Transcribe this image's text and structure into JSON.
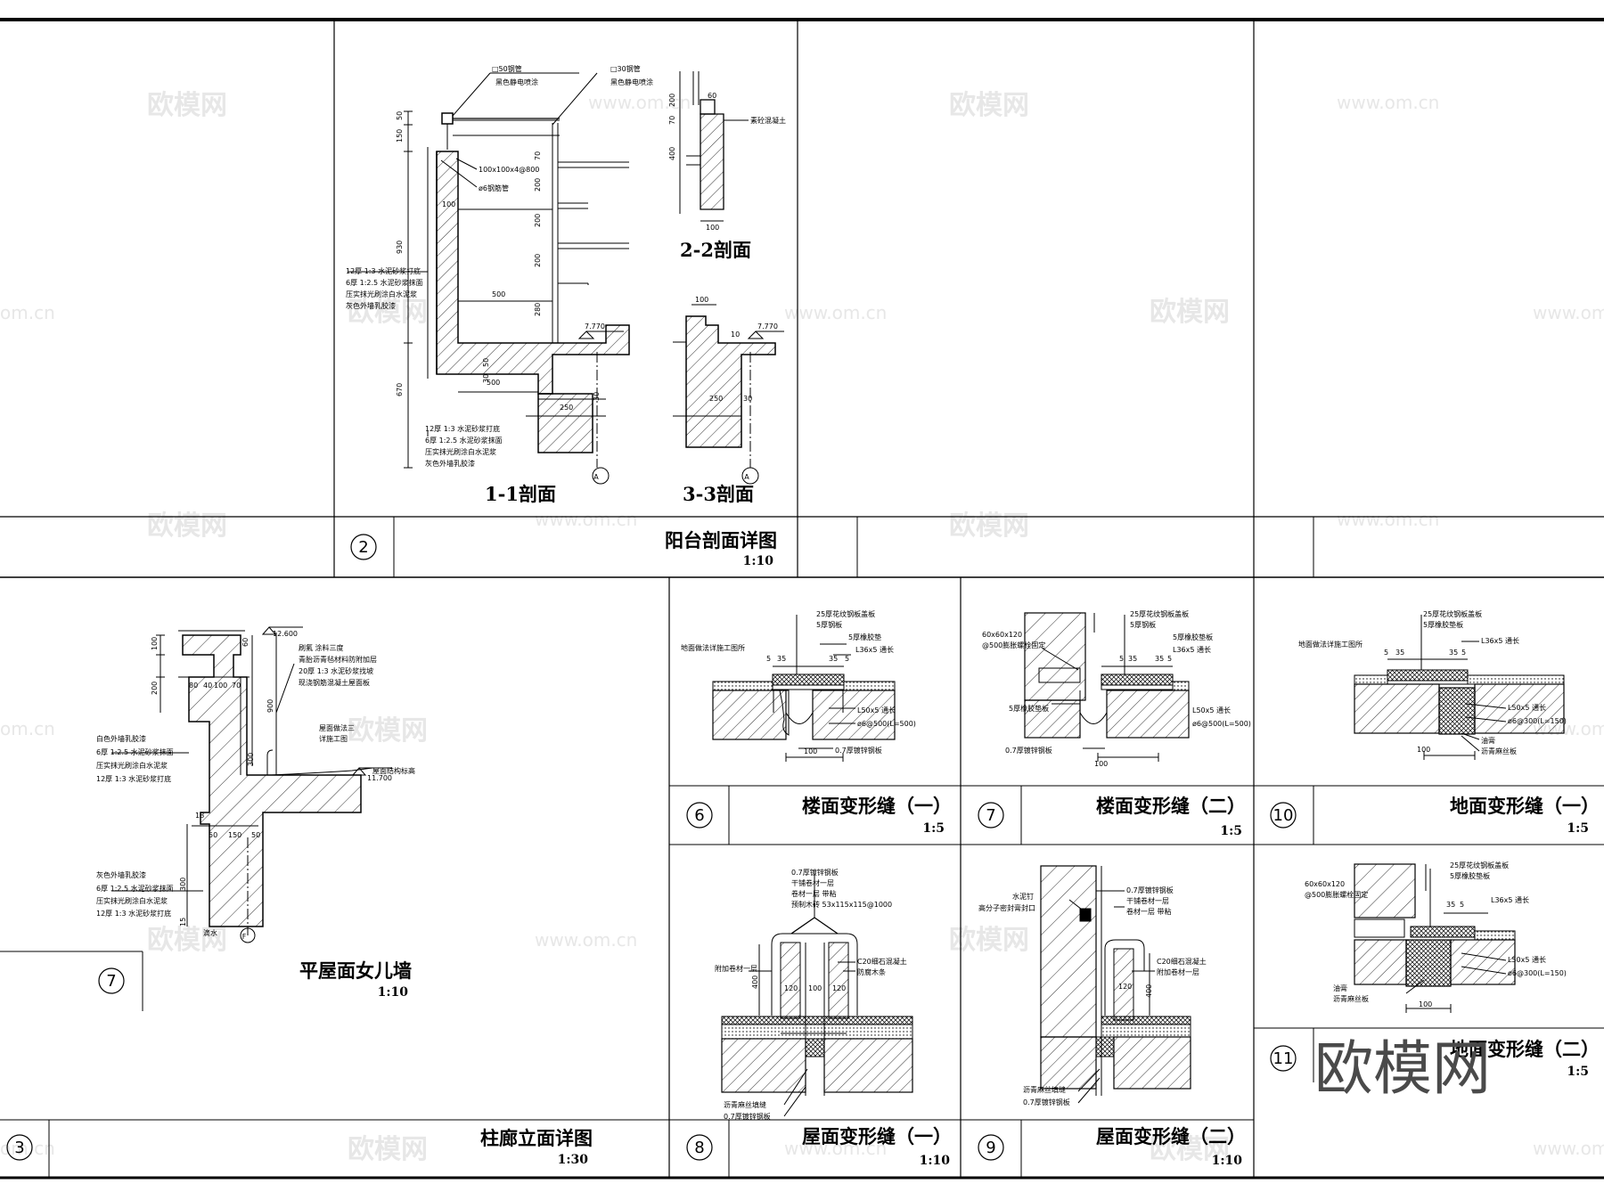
{
  "watermark": {
    "logo_text": "欧模网",
    "url_text": "www.om.cn",
    "url_text_short": "om.cn",
    "big_logo": "欧模网"
  },
  "drawings": {
    "balcony": {
      "number": "2",
      "title": "阳台剖面详图",
      "scale": "1:10",
      "sec11": "1-1剖面",
      "sec22": "2-2剖面",
      "sec33": "3-3剖面",
      "notes": {
        "pipe50": "□50钢管",
        "pipe30": "□30钢管",
        "paint1": "黑色静电喷涂",
        "paint2": "黑色静电喷涂",
        "plate": "100x100x4@800",
        "bar": "ø6钢筋管",
        "concrete": "素砼混凝土",
        "elev1": "7.770",
        "elev2": "7.770",
        "axis1": "A",
        "axis2": "A",
        "u1": "12厚 1:3  水泥砂浆打底",
        "u2": "6厚 1:2.5  水泥砂浆抹面",
        "u3": "压实抹光刷涂白水泥浆",
        "u4": "灰色外墙乳胶漆",
        "l1": "12厚 1:3  水泥砂浆打底",
        "l2": "6厚 1:2.5  水泥砂浆抹面",
        "l3": "压实抹光刷涂白水泥浆",
        "l4": "灰色外墙乳胶漆"
      },
      "dims": {
        "d50": "50",
        "d150": "150",
        "d930": "930",
        "d670": "670",
        "d100a": "100",
        "d70": "70",
        "d200a": "200",
        "d200b": "200",
        "d200c": "200",
        "d500a": "500",
        "d280": "280",
        "d50b": "50",
        "d30": "30",
        "d500b": "500",
        "d250a": "250",
        "d30b": "30",
        "s2_200": "200",
        "s2_60": "60",
        "s2_70": "70",
        "s2_400": "400",
        "s2_100": "100",
        "s3_100": "100",
        "s3_10": "10",
        "s3_250": "250",
        "s3_30": "30"
      }
    },
    "parapet": {
      "number": "7",
      "title": "平屋面女儿墙",
      "scale": "1:10",
      "elev_top": "12.600",
      "elev_roof": "11.700",
      "axis": "F",
      "n1": "刷氟  涂料三度",
      "n2": "青胎沥青毡材料防附加层",
      "n3": "20厚  1:3  水泥砂浆找坡",
      "n4": "现浇钢筋混凝土屋面板",
      "n5": "屋面做法三",
      "n6": "详施工图",
      "n7": "屋面结构标高",
      "w1": "白色外墙乳胶漆",
      "w2": "6厚  1:2.5  水泥砂浆抹面",
      "w3": "压实抹光刷涂白水泥浆",
      "w4": "12厚  1:3  水泥砂浆打底",
      "w5": "灰色外墙乳胶漆",
      "w6": "6厚  1:2.5  水泥砂浆抹面",
      "w7": "压实抹光刷涂白水泥浆",
      "w8": "12厚  1:3  水泥砂浆打底",
      "w9": "滴水",
      "dims": {
        "p100": "100",
        "p200": "200",
        "p80": "80",
        "p40": "40",
        "p100b": "100",
        "p70": "70",
        "p60": "60",
        "p900": "900",
        "p300": "300",
        "p18": "18",
        "p50": "50",
        "p150": "150",
        "p50b": "50",
        "p300b": "300",
        "p15": "15"
      }
    },
    "colonnade": {
      "number": "3",
      "title": "柱廊立面详图",
      "scale": "1:30"
    },
    "floor1": {
      "number": "6",
      "title": "楼面变形缝（一）",
      "scale": "1:5",
      "n1": "25厚花纹钢板盖板",
      "n2": "5厚钢板",
      "n3": "5厚橡胶垫",
      "n4": "L36x5 通长",
      "n5": "L50x5 通长",
      "n6": "ø6@500(L=500)",
      "n7": "0.7厚镀锌钢板",
      "n8": "地面做法详施工图所",
      "d1": "5",
      "d2": "35",
      "d3": "35",
      "d4": "5",
      "d5": "100"
    },
    "floor2": {
      "number": "7",
      "title": "楼面变形缝（二）",
      "scale": "1:5",
      "n1": "25厚花纹钢板盖板",
      "n2": "5厚钢板",
      "n3": "5厚橡胶垫板",
      "n4": "L36x5 通长",
      "n5": "L50x5 通长",
      "n6": "ø6@500(L=500)",
      "n7": "0.7厚镀锌钢板",
      "n8": "60x60x120",
      "n9": "@500膨胀螺栓固定",
      "n10": "5厚橡胶垫板",
      "d1": "5",
      "d2": "35",
      "d3": "35",
      "d4": "5",
      "d5": "100"
    },
    "ground1": {
      "number": "10",
      "title": "地面变形缝（一）",
      "scale": "1:5",
      "n1": "25厚花纹钢板盖板",
      "n2": "5厚橡胶垫板",
      "n3": "L36x5 通长",
      "n4": "L50x5 通长",
      "n5": "ø6@300(L=150)",
      "n6": "油膏",
      "n7": "沥青麻丝板",
      "n8": "地面做法详施工图所",
      "d1": "5",
      "d2": "35",
      "d3": "35",
      "d4": "5",
      "d5": "100"
    },
    "ground2": {
      "number": "11",
      "title": "地面变形缝（二）",
      "scale": "1:5",
      "n1": "25厚花纹钢板盖板",
      "n2": "5厚橡胶垫板",
      "n3": "L36x5 通长",
      "n4": "L50x5 通长",
      "n5": "ø6@300(L=150)",
      "n6": "油膏",
      "n7": "沥青麻丝板",
      "n8": "60x60x120",
      "n9": "@500膨胀螺栓固定",
      "d1": "35",
      "d2": "5",
      "d3": "100"
    },
    "roof1": {
      "number": "8",
      "title": "屋面变形缝（一）",
      "scale": "1:10",
      "n1": "0.7厚镀锌钢板",
      "n2": "干铺卷材一层",
      "n3": "卷材一层  带粘",
      "n4": "预制木砖 53x115x115@1000",
      "n5": "附加卷材一层",
      "n6": "C20细石混凝土",
      "n7": "防腐木条",
      "n8": "沥青麻丝填缝",
      "n9": "0.7厚镀锌钢板",
      "d1": "400",
      "d2": "120",
      "d3": "100",
      "d4": "120"
    },
    "roof2": {
      "number": "9",
      "title": "屋面变形缝（二）",
      "scale": "1:10",
      "n1": "水泥钉",
      "n2": "高分子密封膏封口",
      "n3": "0.7厚镀锌钢板",
      "n4": "干铺卷材一层",
      "n5": "卷材一层  带粘",
      "n6": "C20细石混凝土",
      "n7": "附加卷材一层",
      "n8": "沥青麻丝填缝",
      "n9": "0.7厚镀锌钢板",
      "d1": "120",
      "d2": "400"
    }
  }
}
